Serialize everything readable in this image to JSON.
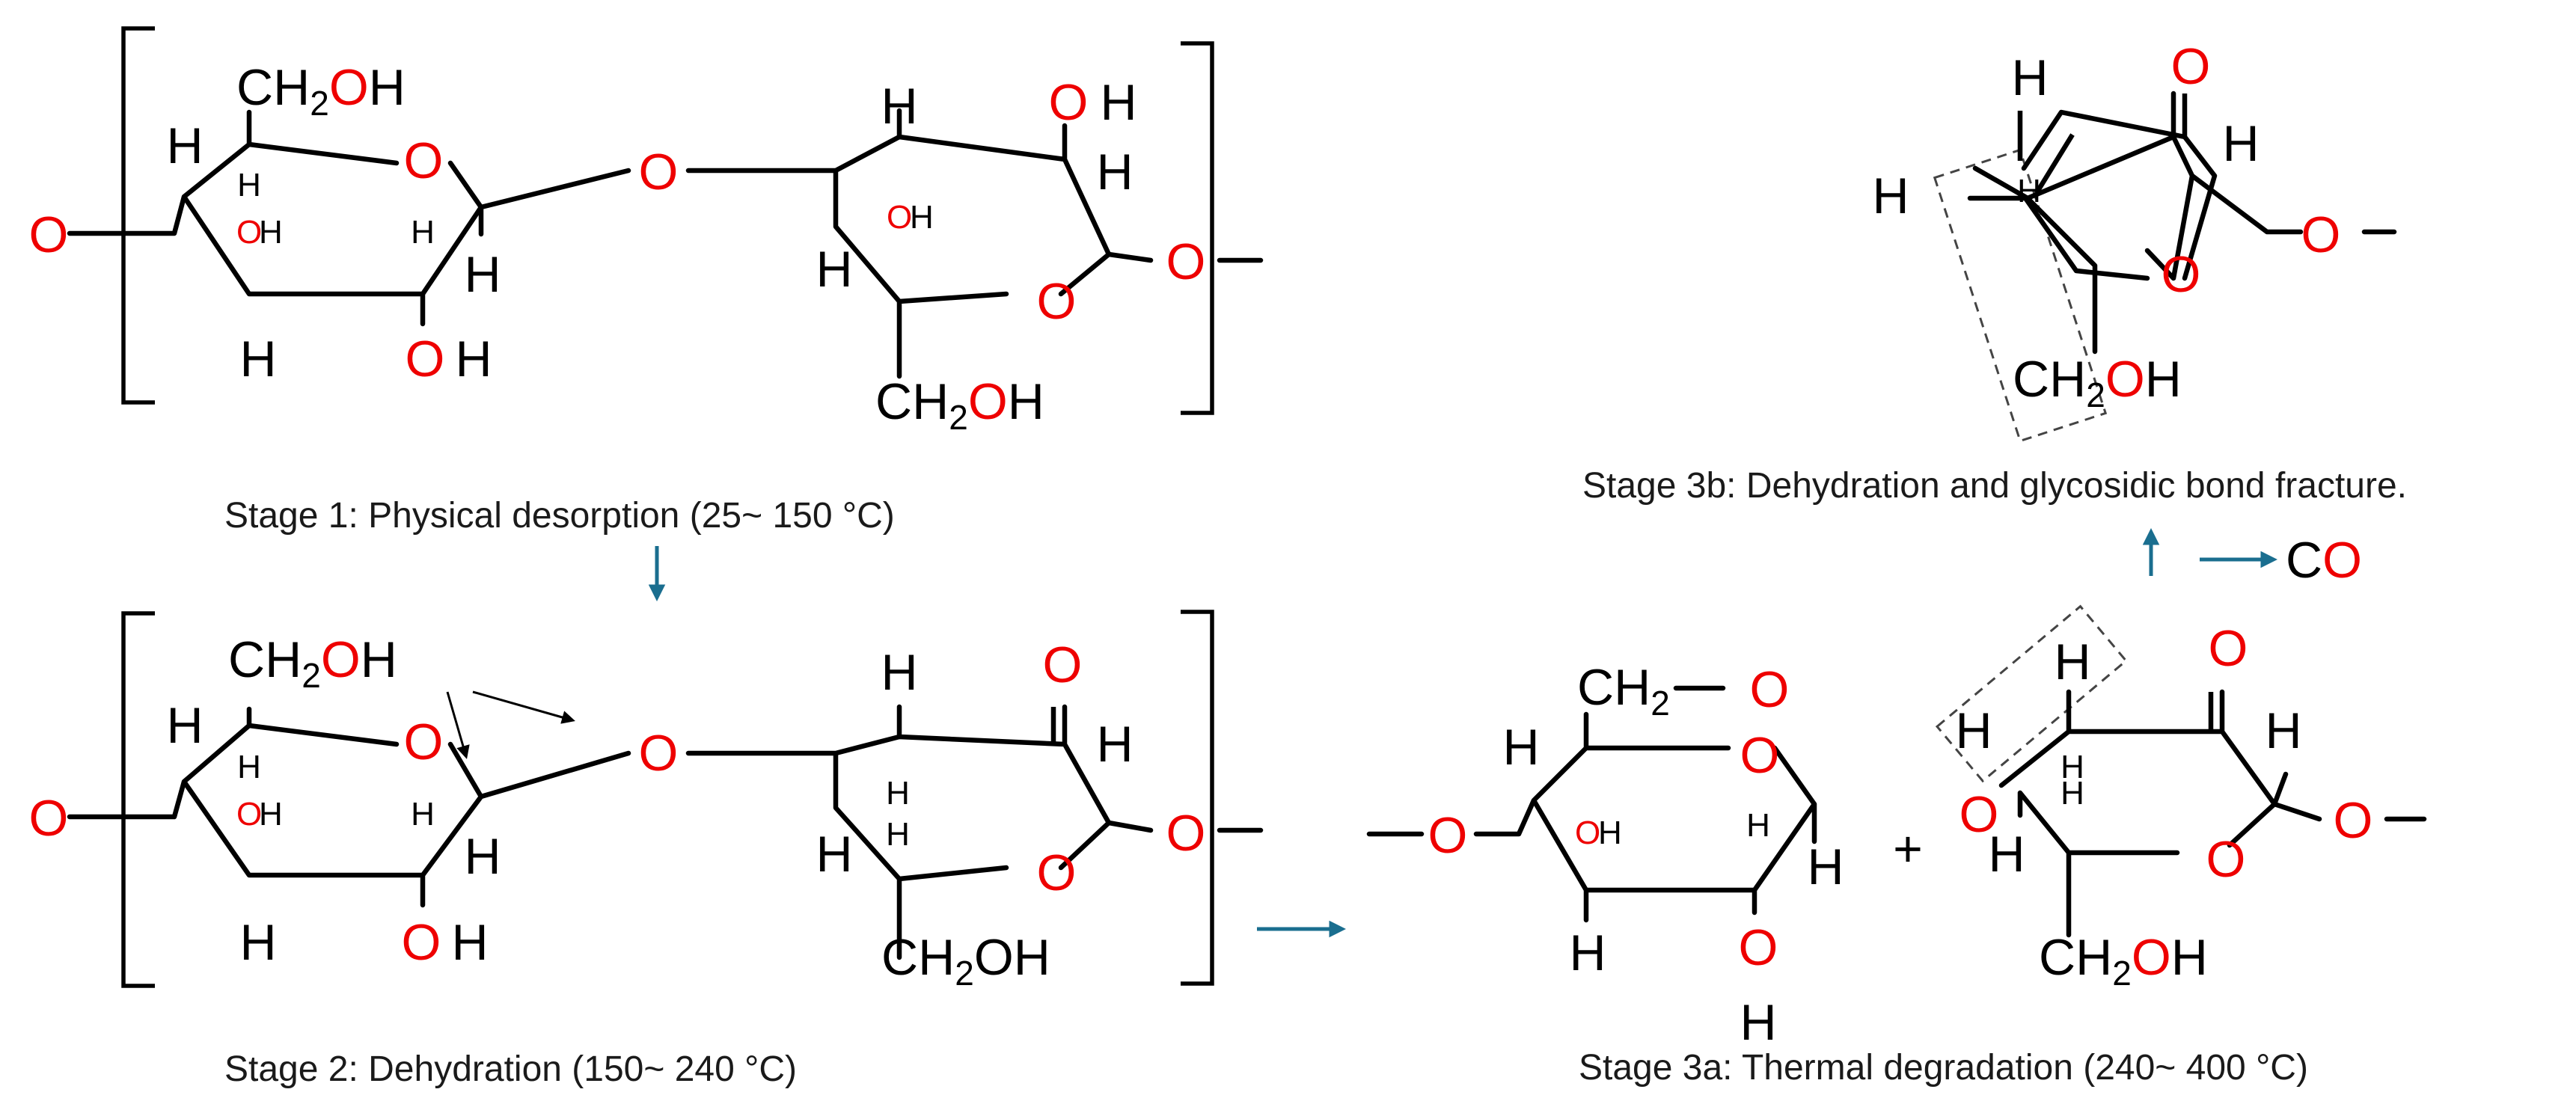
{
  "captions": {
    "stage1": "Stage 1: Physical desorption (25~ 150 °C)",
    "stage2": "Stage 2: Dehydration (150~ 240 °C)",
    "stage3a": "Stage 3a: Thermal degradation (240~ 400 °C)",
    "stage3b": "Stage 3b: Dehydration and glycosidic bond fracture."
  },
  "labels": {
    "H": "H",
    "O": "O",
    "CH": "CH",
    "sub2": "2",
    "plus": "+",
    "C": "C"
  },
  "colors": {
    "oxygen": "#ee0000",
    "bond": "#000000",
    "arrow": "#1a6e8f"
  }
}
